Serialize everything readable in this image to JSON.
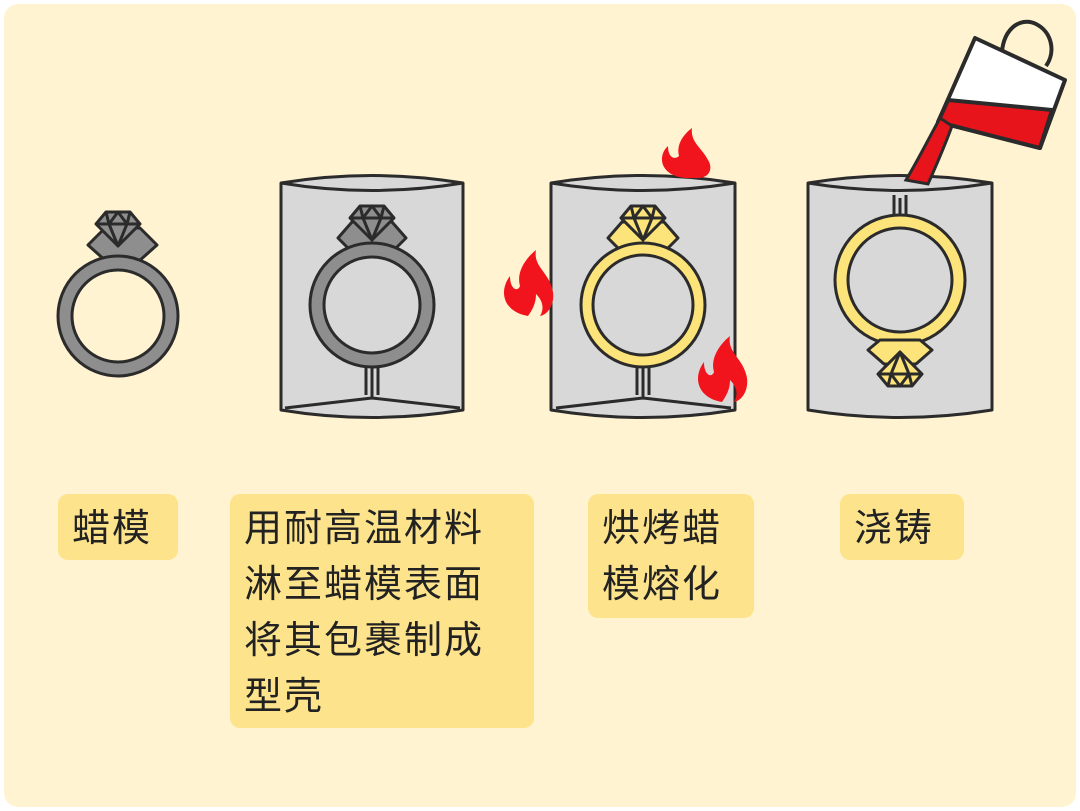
{
  "steps": [
    {
      "label_lines": [
        "蜡模"
      ]
    },
    {
      "label_lines": [
        "用耐高温材料",
        "淋至蜡模表面",
        "将其包裹制成",
        "型壳"
      ]
    },
    {
      "label_lines": [
        "烘烤蜡",
        "模熔化"
      ]
    },
    {
      "label_lines": [
        "浇铸"
      ]
    }
  ],
  "icons": {
    "wax_ring": "ring-with-diamond-icon",
    "shell_mold": "cylinder-mold-icon",
    "flame": "flame-icon",
    "ladle": "pouring-ladle-icon"
  },
  "colors": {
    "background": "#fff3d2",
    "label_bg": "#fde48c",
    "wax_ring": "#8e8e8e",
    "gold_ring": "#fde47a",
    "mold": "#d8d8d8",
    "outline": "#2b2b2b",
    "flame": "#f2141c",
    "molten_metal": "#e8141c"
  }
}
